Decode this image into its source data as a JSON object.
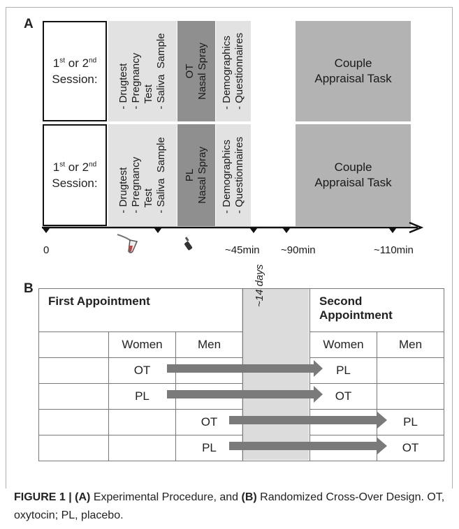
{
  "panels": {
    "a": "A",
    "b": "B"
  },
  "procedure": {
    "rows": [
      {
        "session_text": "Session:",
        "spray_label": "OT\nNasal Spray",
        "task_label": "Couple\nAppraisal Task"
      },
      {
        "session_text": "Session:",
        "spray_label": "PL\nNasal Spray",
        "task_label": "Couple\nAppraisal Task"
      }
    ],
    "session_prefix": {
      "first": "1",
      "first_sup": "st",
      "or": " or 2",
      "second_sup": "nd"
    },
    "prep_label": "- Drugtest\n- Pregnancy\n  Test\n- Saliva  Sample",
    "questionnaire_label": "- Demographics\n- Questionnaires",
    "timeline_labels": [
      "0",
      "~45min",
      "~90min",
      "~110min"
    ],
    "icons": [
      "saliva-tube-icon",
      "nasal-spray-icon"
    ]
  },
  "design": {
    "first_appointment": "First Appointment",
    "second_appointment": "Second\nAppointment",
    "interval": "~14 days",
    "col_women": "Women",
    "col_men": "Men",
    "rows": [
      {
        "first_women": "OT",
        "first_men": "",
        "second_women": "PL",
        "second_men": ""
      },
      {
        "first_women": "PL",
        "first_men": "",
        "second_women": "OT",
        "second_men": ""
      },
      {
        "first_women": "",
        "first_men": "OT",
        "second_women": "",
        "second_men": "PL"
      },
      {
        "first_women": "",
        "first_men": "PL",
        "second_women": "",
        "second_men": "OT"
      }
    ]
  },
  "caption": {
    "label": "FIGURE 1 | ",
    "a_tag": "(A)",
    "a_text": " Experimental Procedure, and ",
    "b_tag": "(B)",
    "b_text": " Randomized Cross-Over Design. OT, oxytocin; PL, placebo."
  },
  "colors": {
    "light_gray": "#e2e2e2",
    "spray_gray": "#8f8f8f",
    "task_gray": "#b3b3b3",
    "arrow_gray": "#7a7a7a"
  }
}
